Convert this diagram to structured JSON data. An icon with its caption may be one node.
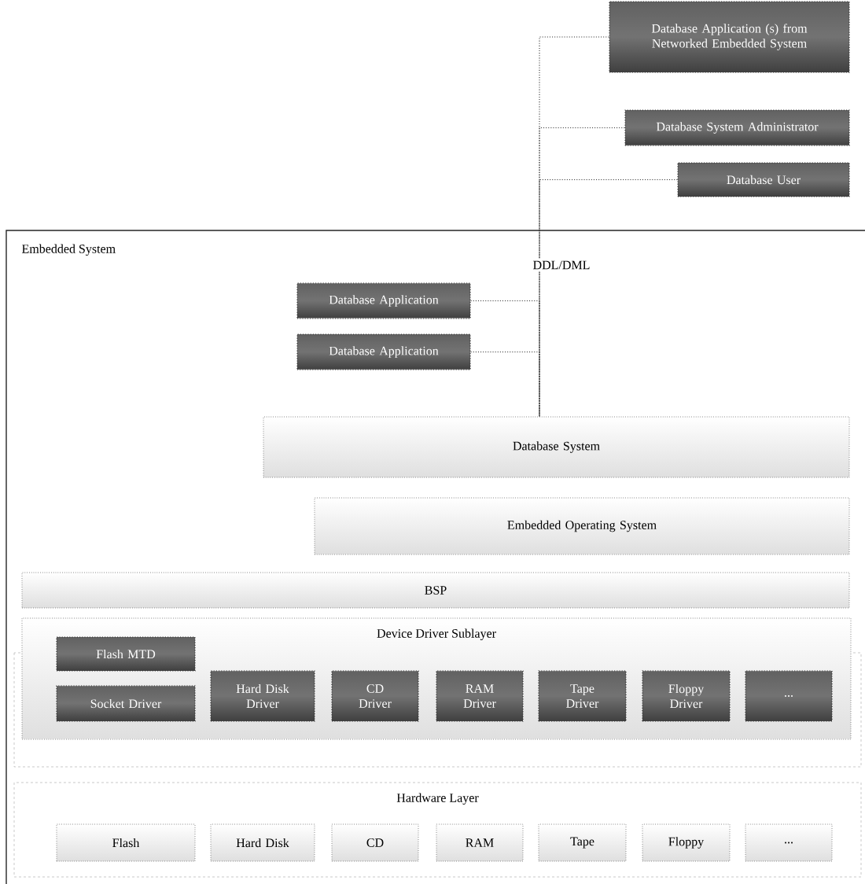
{
  "diagram": {
    "nodes": [
      {
        "text": [
          "Database Application (s) from Networked Embedded System"
        ]
      },
      {
        "text": [
          "Database System Administrator"
        ]
      },
      {
        "text": [
          "Database User"
        ]
      },
      {
        "text": [
          "Embedded System"
        ]
      },
      {
        "text": [
          "Database Application"
        ],
        "in": 3
      },
      {
        "text": [
          "Database Application"
        ],
        "in": 3
      },
      {
        "text": [
          "Database System"
        ],
        "in": 3
      },
      {
        "text": [
          "Embedded Operating System"
        ],
        "in": 3
      },
      {
        "text": [
          "BSP"
        ],
        "in": 3
      },
      {
        "text": [
          "Device Driver Sublayer"
        ],
        "in": 3
      },
      {
        "text": [
          "Flash MTD"
        ],
        "in": 9
      },
      {
        "text": [
          "Socket Driver"
        ],
        "in": 9
      },
      {
        "text": [
          "Hard Disk Driver"
        ],
        "in": 9
      },
      {
        "text": [
          "CD Driver"
        ],
        "in": 9
      },
      {
        "text": [
          "RAM Driver"
        ],
        "in": 9
      },
      {
        "text": [
          "Tape Driver"
        ],
        "in": 9
      },
      {
        "text": [
          "Floppy Driver"
        ],
        "in": 9
      },
      {
        "text": [
          "..."
        ],
        "in": 9
      },
      {
        "text": [
          "Hardware Layer"
        ],
        "in": 3
      },
      {
        "text": [
          "Flash"
        ],
        "in": 18
      },
      {
        "text": [
          "Hard Disk"
        ],
        "in": 18
      },
      {
        "text": [
          "CD"
        ],
        "in": 18
      },
      {
        "text": [
          "RAM"
        ],
        "in": 18
      },
      {
        "text": [
          "Tape"
        ],
        "in": 18
      },
      {
        "text": [
          "Floppy"
        ],
        "in": 18
      },
      {
        "text": [
          "..."
        ],
        "in": 18
      }
    ],
    "edges": [
      {
        "from": 0,
        "to": 6,
        "arrow": "none"
      },
      {
        "from": 1,
        "to": 6,
        "arrow": "none"
      },
      {
        "from": 2,
        "to": 6,
        "arrow": "none"
      },
      {
        "from": 4,
        "to": 6,
        "arrow": "none"
      },
      {
        "from": 5,
        "to": 6,
        "arrow": "none"
      }
    ],
    "labels": [
      "DDL/DML"
    ]
  }
}
